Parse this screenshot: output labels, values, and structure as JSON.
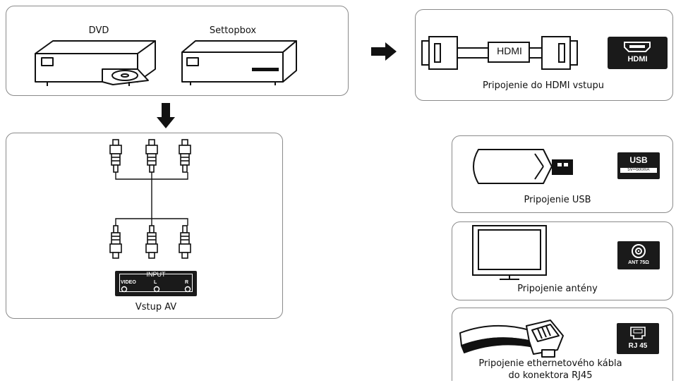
{
  "sources": {
    "dvd_label": "DVD",
    "settopbox_label": "Settopbox"
  },
  "hdmi": {
    "cable_text": "HDMI",
    "port_text": "HDMI",
    "caption": "Pripojenie do HDMI vstupu"
  },
  "av": {
    "input_title": "INPUT",
    "video_label": "VIDEO",
    "l_label": "L",
    "r_label": "R",
    "caption": "Vstup AV"
  },
  "usb": {
    "port_title": "USB",
    "port_sub": "5V⎓500mA",
    "caption": "Pripojenie USB"
  },
  "antenna": {
    "port_text": "ANT 75Ω",
    "caption": "Pripojenie antény"
  },
  "ethernet": {
    "port_text": "RJ 45",
    "caption_line1": "Pripojenie ethernetového kábla",
    "caption_line2": "do konektora RJ45"
  }
}
